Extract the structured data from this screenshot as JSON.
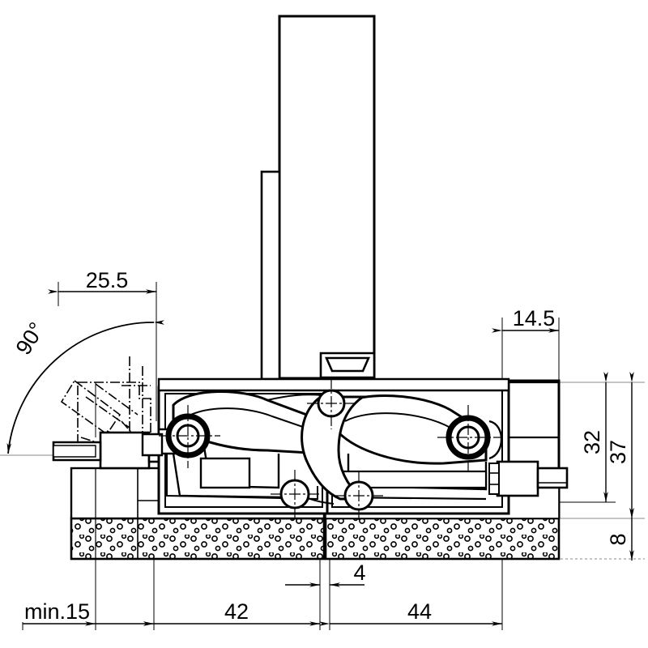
{
  "drawing": {
    "title": "Concealed hinge cross-section with door at 90 degrees",
    "background_color": "#ffffff",
    "line_color": "#000000",
    "thin_line_color": "#1a1a1a",
    "units": "mm"
  },
  "dimensions": {
    "opening_angle": "90°",
    "door_overlay": "25.5",
    "cup_offset": "14.5",
    "arm_height": "32",
    "total_height": "37",
    "panel_thickness_bottom": "8",
    "gap": "4",
    "left_depth": "42",
    "right_depth": "44",
    "min_side_clearance": "min.15"
  },
  "labels": {
    "angle_90": "90°",
    "dim_25_5": "25.5",
    "dim_14_5": "14.5",
    "dim_32": "32",
    "dim_37": "37",
    "dim_8": "8",
    "dim_4": "4",
    "dim_42": "42",
    "dim_44": "44",
    "dim_min15": "min.15"
  },
  "parts": {
    "door_panel": "door-panel",
    "door_panel_inner": "door-panel-inner",
    "hinge_cup": "hinge-cup",
    "hinge_arm": "hinge-arm",
    "mounting_plate": "mounting-plate",
    "damper": "damper",
    "carcass_panel": "carcass-panel",
    "open_position_ghost": "open-position-ghost"
  }
}
